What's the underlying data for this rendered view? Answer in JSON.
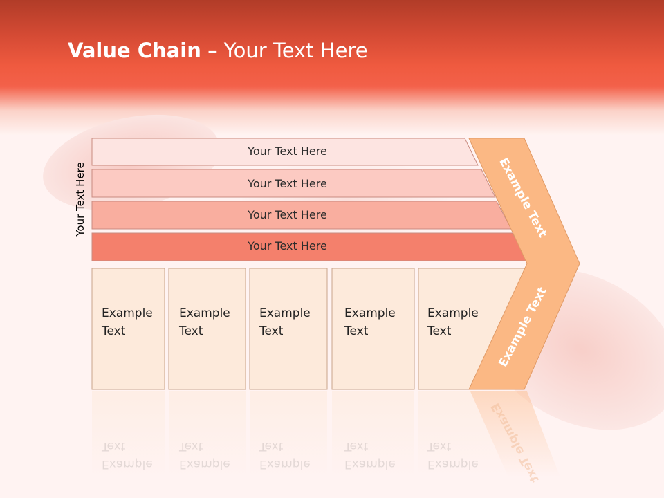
{
  "slide": {
    "title_bold": "Value Chain",
    "title_rest": " – Your Text Here",
    "vertical_label": "Your Text Here"
  },
  "bars": [
    {
      "label": "Your Text Here",
      "color": "#fde4e1"
    },
    {
      "label": "Your Text Here",
      "color": "#fccac2"
    },
    {
      "label": "Your Text Here",
      "color": "#f9ae9f"
    },
    {
      "label": "Your Text Here",
      "color": "#f4806c"
    }
  ],
  "boxes": [
    {
      "line1": "Example",
      "line2": "Text"
    },
    {
      "line1": "Example",
      "line2": "Text"
    },
    {
      "line1": "Example",
      "line2": "Text"
    },
    {
      "line1": "Example",
      "line2": "Text"
    },
    {
      "line1": "Example",
      "line2": "Text"
    }
  ],
  "chevron": {
    "top_label": "Example Text",
    "bottom_label": "Example Text",
    "color": "#fbb884"
  },
  "colors": {
    "header_red": "#ef5a3f",
    "box_fill": "#fdeadb",
    "box_border": "#c9a48b"
  }
}
